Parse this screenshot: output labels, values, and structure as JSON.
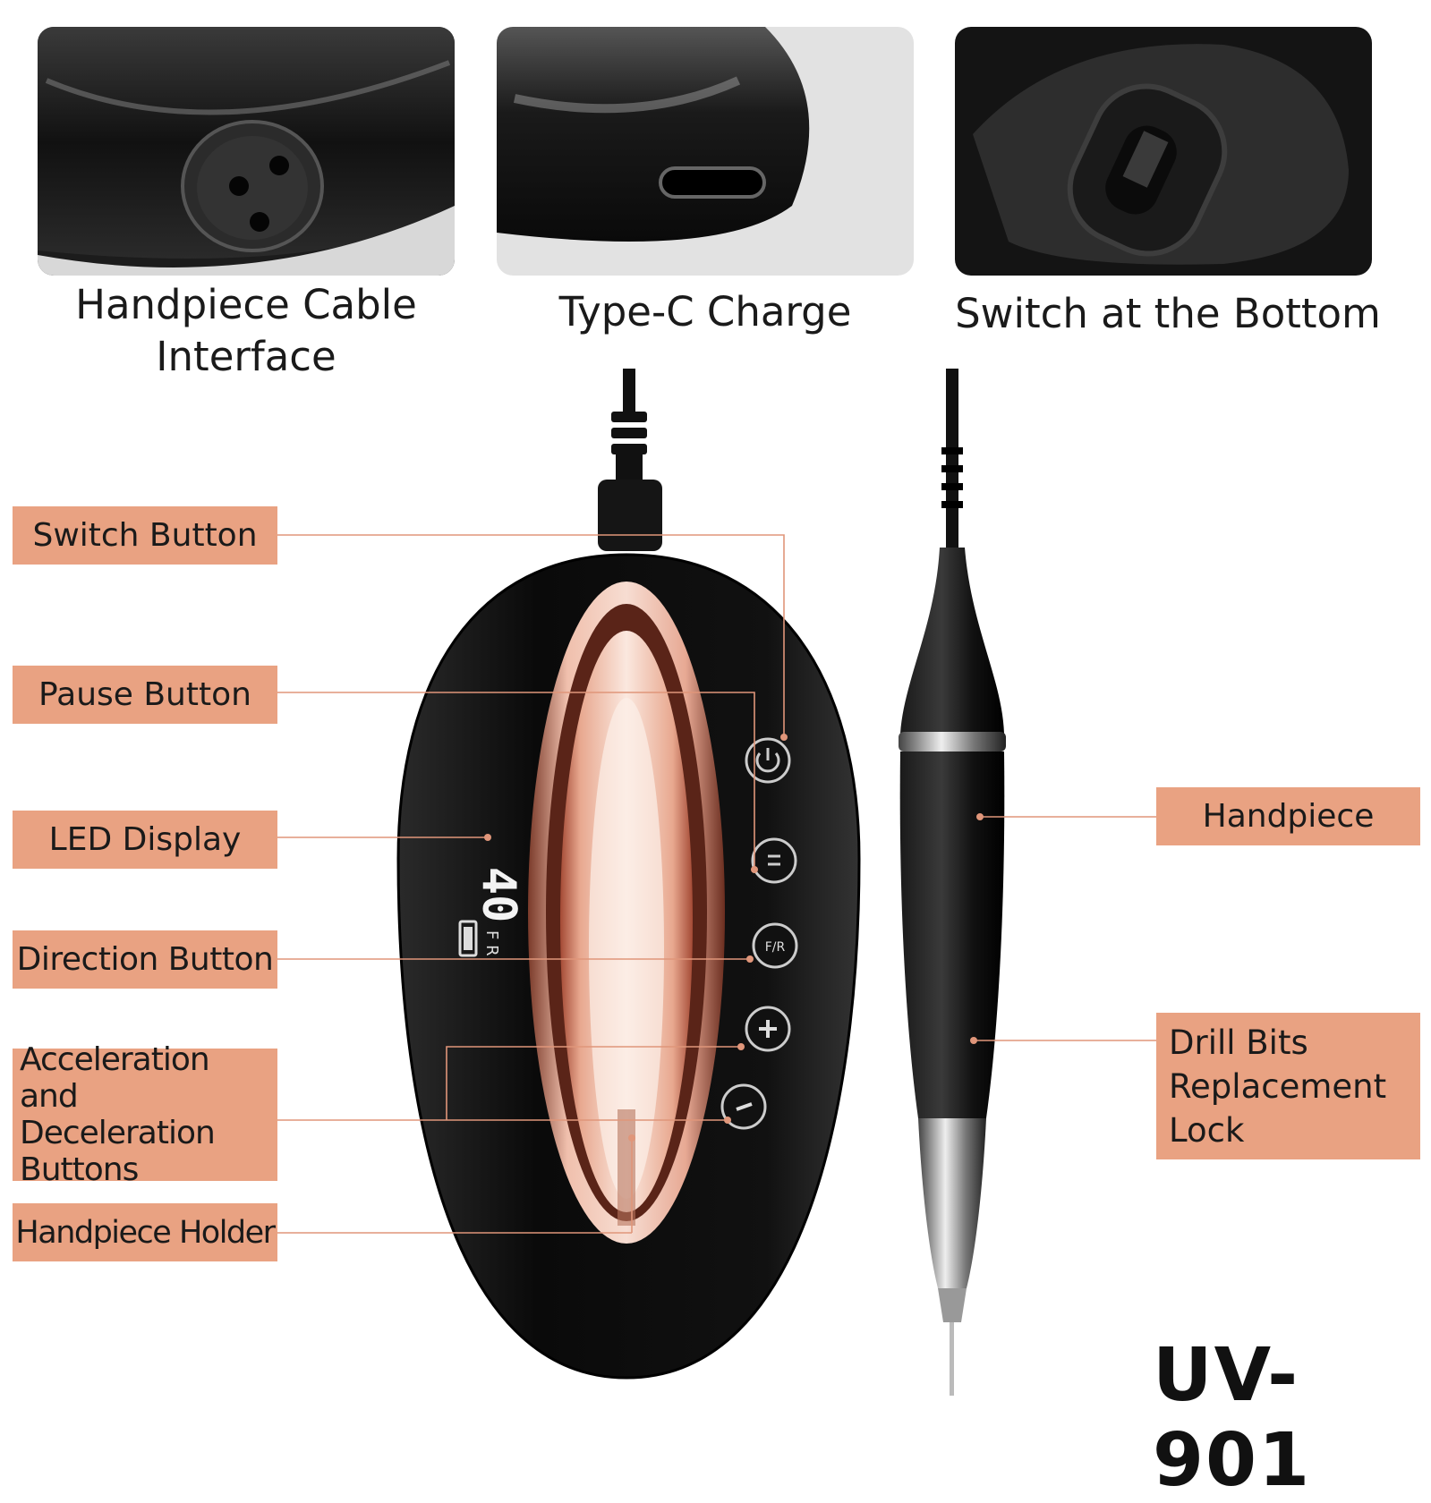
{
  "photos": [
    {
      "caption_line1": "Handpiece Cable",
      "caption_line2": "Interface"
    },
    {
      "caption": "Type-C Charge"
    },
    {
      "caption": "Switch at the Bottom"
    }
  ],
  "display": {
    "digits": "40",
    "direction": "F R"
  },
  "buttons": {
    "direction": "F/R"
  },
  "callouts_left": [
    {
      "label": "Switch Button"
    },
    {
      "label": "Pause Button"
    },
    {
      "label": "LED Display"
    },
    {
      "label": "Direction Button"
    },
    {
      "line1": "Acceleration",
      "line2": "and Deceleration",
      "line3": "Buttons"
    },
    {
      "label": "Handpiece Holder"
    }
  ],
  "callouts_right": [
    {
      "label": "Handpiece"
    },
    {
      "line1": "Drill Bits",
      "line2": "Replacement",
      "line3": "Lock"
    }
  ],
  "model": "UV-901",
  "colors": {
    "label_bg": "#e9a282",
    "leader_line": "#e0967a",
    "rose_gold": "#e8b09a",
    "device_black": "#0d0d0d"
  }
}
